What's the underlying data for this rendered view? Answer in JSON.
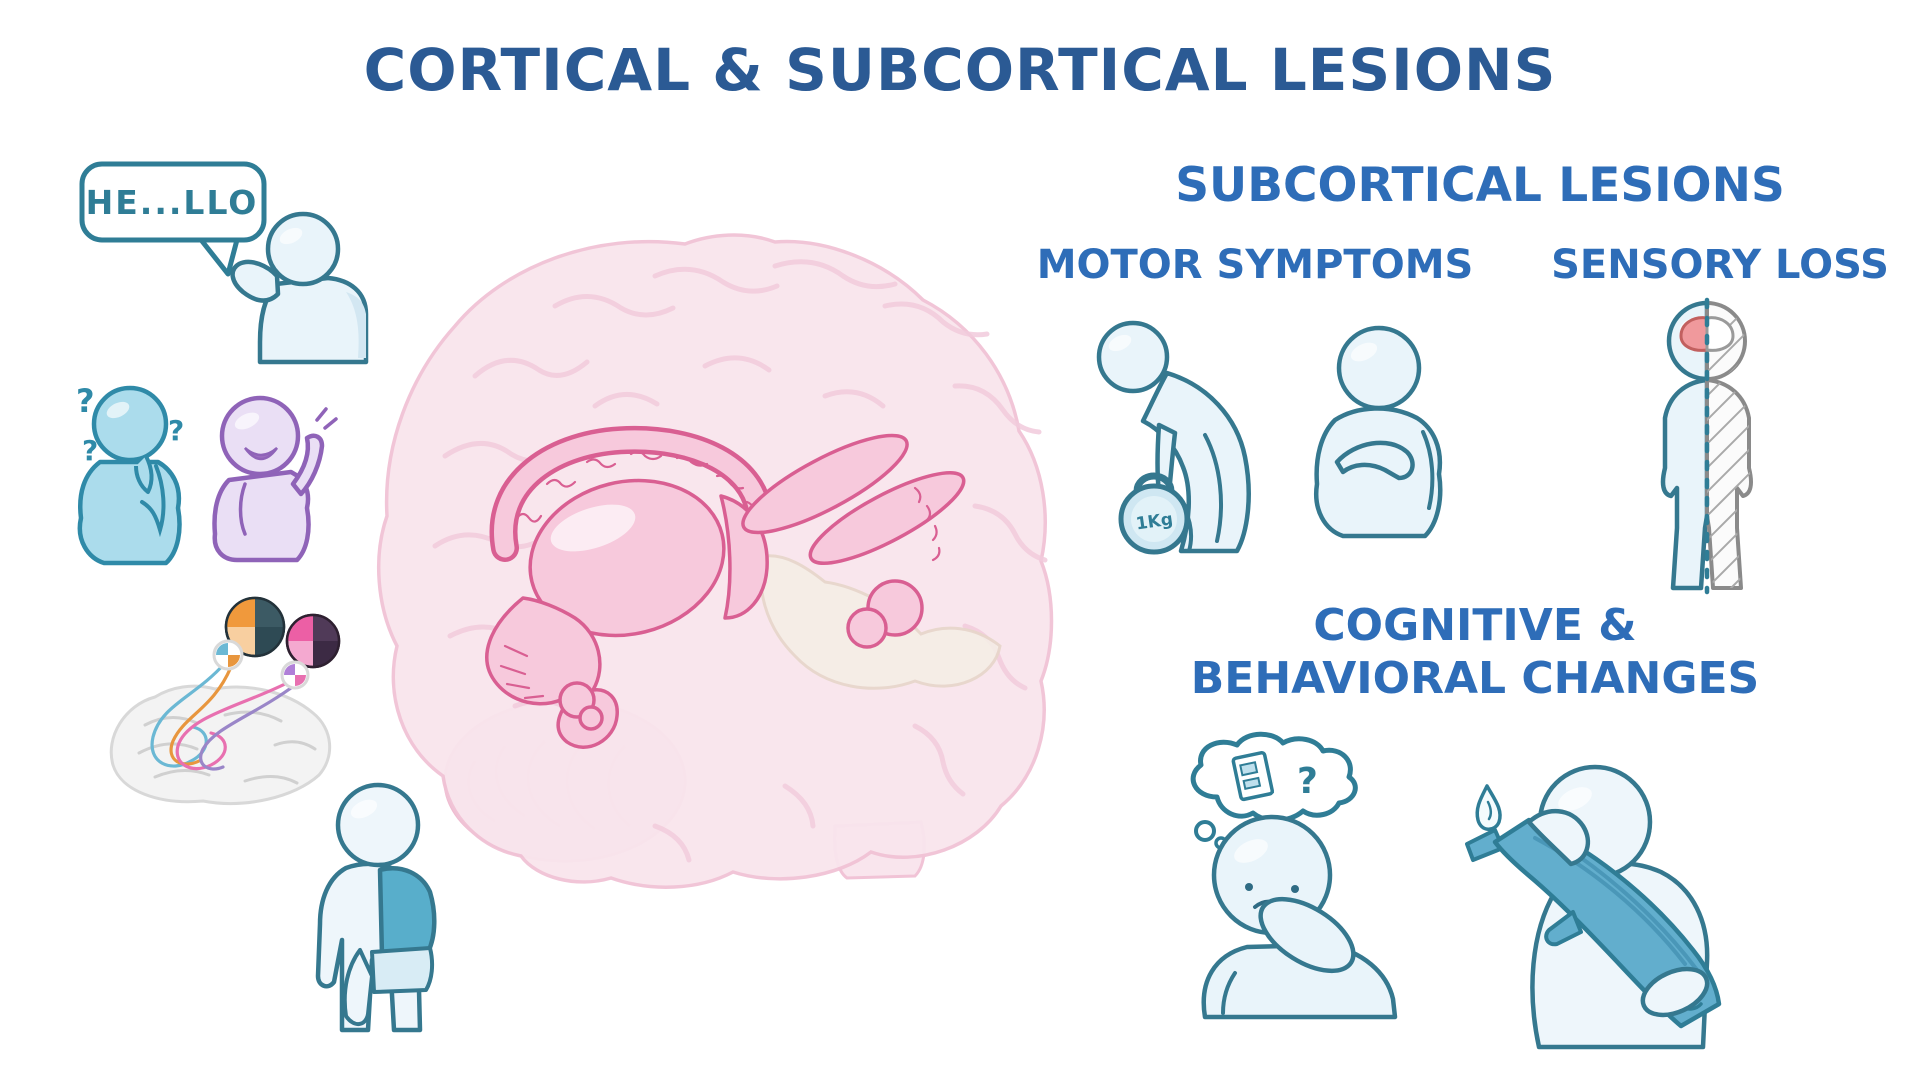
{
  "title": "CORTICAL & SUBCORTICAL LESIONS",
  "colors": {
    "title_blue": "#2b5a94",
    "heading_blue": "#2e6db8",
    "outline_teal": "#35788f",
    "figure_fill": "#e9f4fa",
    "confused_fill": "#abdcec",
    "confused_outline": "#2f8aa8",
    "purple_fill": "#eadff5",
    "purple_outline": "#8f63b8",
    "shirt_teal": "#58aecb",
    "branch_teal": "#62aecd",
    "brain_fill": "#f9e5ed",
    "brain_line": "#f1c3d6",
    "ganglia_fill": "#f7c9dc",
    "ganglia_line": "#d95f92",
    "sensory_gray": "#8a8a8a",
    "sensory_brain_pink": "#f0999c",
    "sphere_orange": "#f0993c",
    "sphere_teal_dark": "#3c5a64",
    "sphere_pink": "#ec5fa5",
    "sphere_purple_dark": "#503a58"
  },
  "left_column": {
    "speech_bubble_text": "HE...LLO",
    "question_mark": "?",
    "figures": [
      "speaking-person-with-speech-bubble",
      "confused-person",
      "waving-person",
      "brain-section-with-deep-nuclei-spheres",
      "half-dressed-child"
    ]
  },
  "center": {
    "figure": "brain-with-subcortical-structures-highlighted"
  },
  "right_column": {
    "heading": "SUBCORTICAL LESIONS",
    "motor_label": "MOTOR SYMPTOMS",
    "sensory_label": "SENSORY LOSS",
    "kettlebell_label": "1Kg",
    "cognitive_label_line1": "COGNITIVE &",
    "cognitive_label_line2": "BEHAVIORAL CHANGES",
    "thought_question": "?",
    "figures": [
      "person-lifting-1kg-kettlebell",
      "person-with-flexed-arm",
      "person-with-hemibody-sensory-loss",
      "person-forgetting-book",
      "person-holding-burning-branch"
    ]
  }
}
